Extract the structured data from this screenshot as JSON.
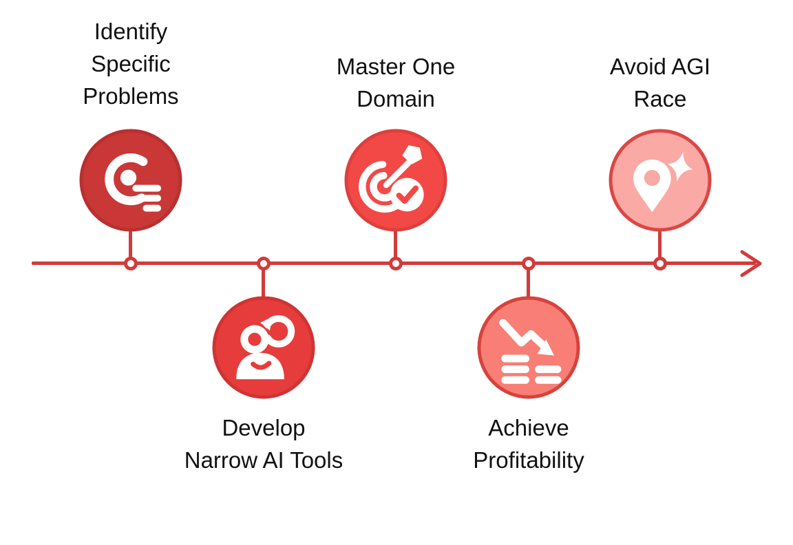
{
  "diagram": {
    "type": "horizontal-timeline",
    "background": "#ffffff",
    "line_color": "#d23b3b",
    "text_color": "#111111",
    "arrowhead": "right-chevron",
    "nodes": [
      {
        "label": "Identify\nSpecific\nProblems",
        "side": "top",
        "icon": "disc-scan-icon",
        "fill": "#c93837",
        "border": "#b93030"
      },
      {
        "label": "Develop\nNarrow AI Tools",
        "side": "bottom",
        "icon": "user-refresh-icon",
        "fill": "#e63c3c",
        "border": "#cf3434"
      },
      {
        "label": "Master One\nDomain",
        "side": "top",
        "icon": "target-dart-check-icon",
        "fill": "#f34946",
        "border": "#dd403d"
      },
      {
        "label": "Achieve\nProfitability",
        "side": "bottom",
        "icon": "trend-down-report-icon",
        "fill": "#f87e76",
        "border": "#d8423c"
      },
      {
        "label": "Avoid AGI\nRace",
        "side": "top",
        "icon": "location-sparkle-icon",
        "fill": "#faa9a4",
        "border": "#da4744"
      }
    ]
  }
}
